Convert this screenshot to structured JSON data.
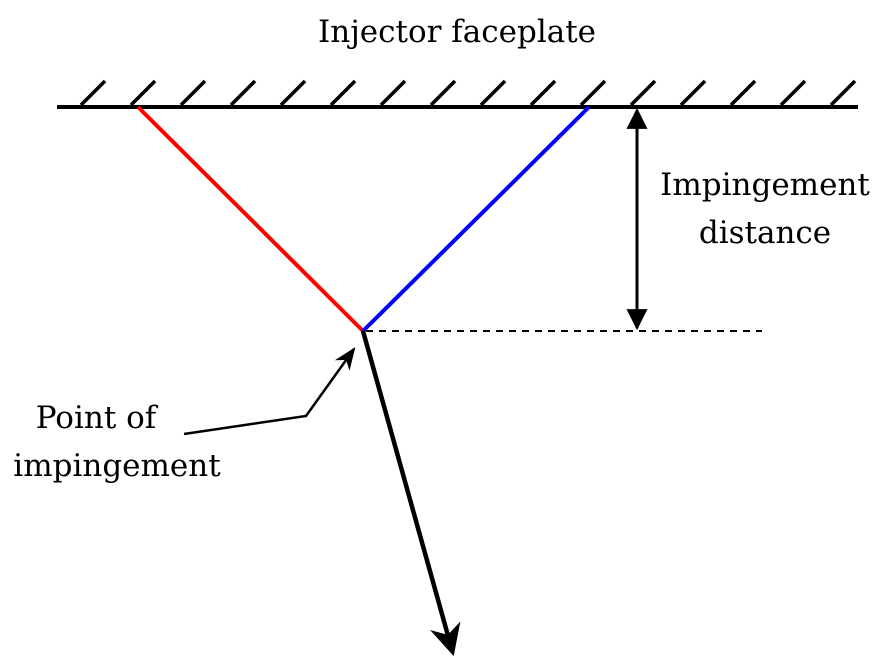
{
  "labels": {
    "faceplate": "Injector faceplate",
    "distance_line1": "Impingement",
    "distance_line2": "distance",
    "point_line1": "Point of",
    "point_line2": "impingement"
  },
  "colors": {
    "left_jet": "#ff0000",
    "right_jet": "#0000ff",
    "ink": "#000000"
  }
}
